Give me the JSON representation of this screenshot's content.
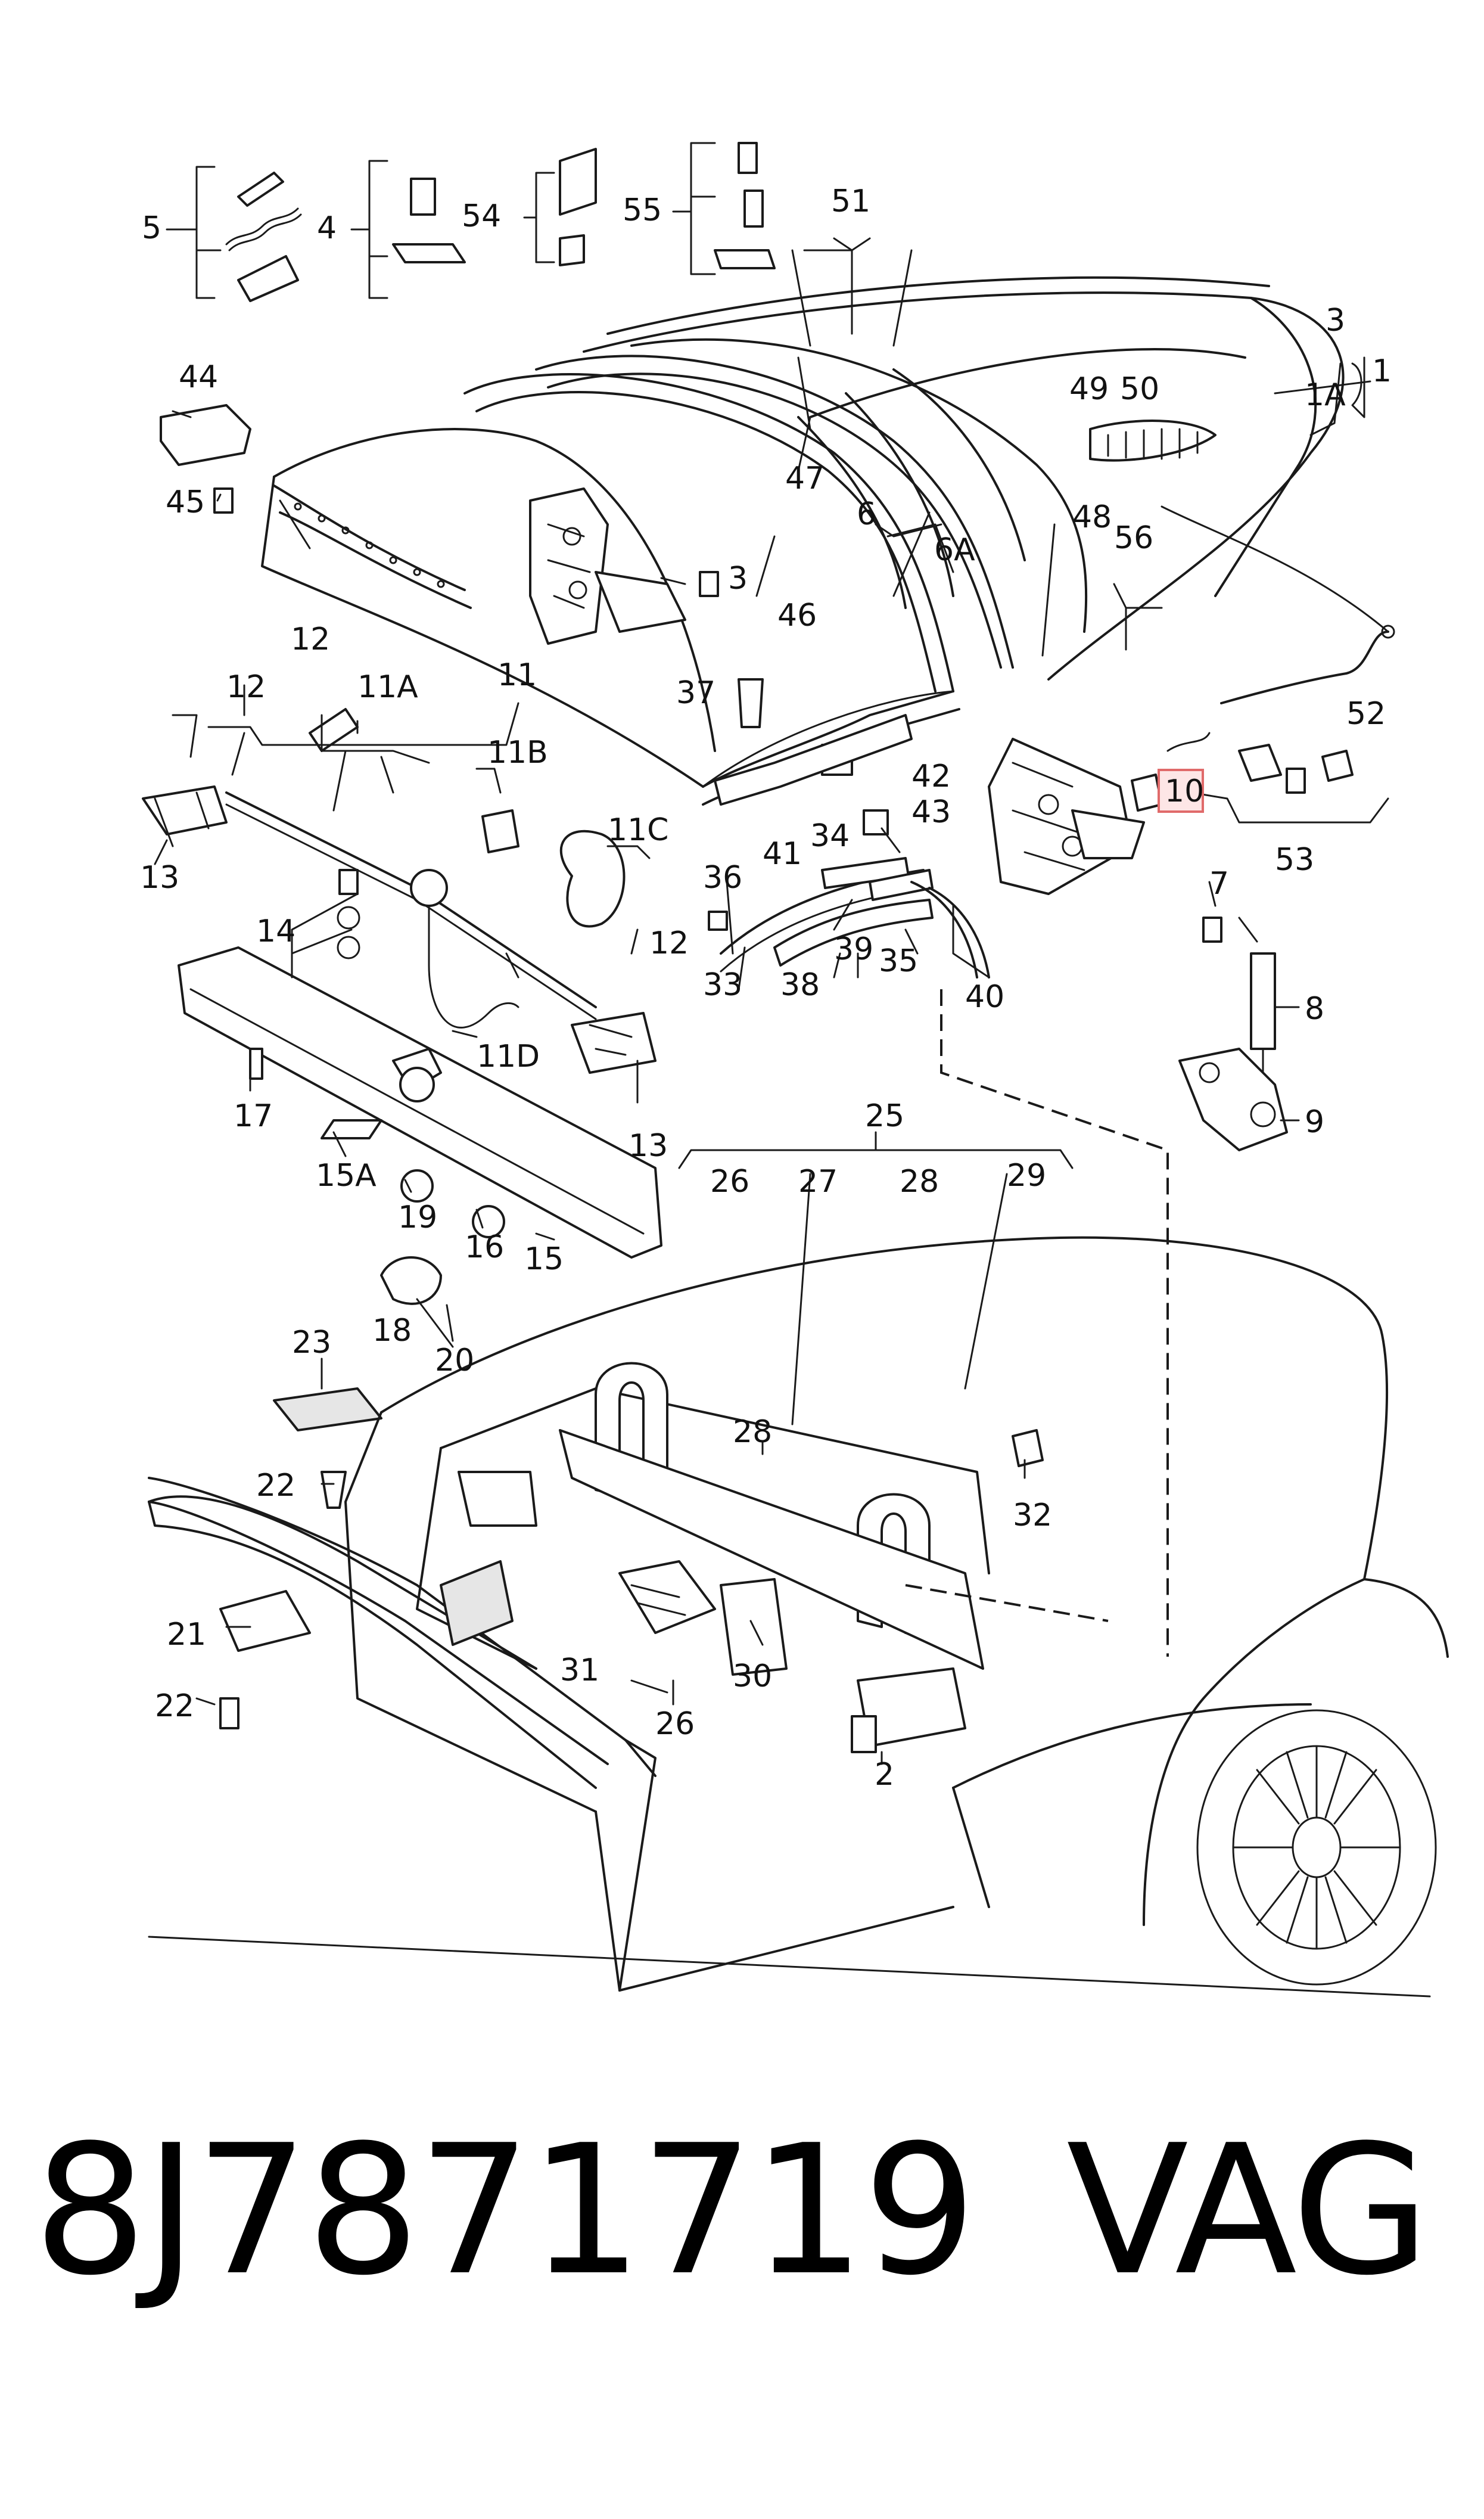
{
  "diagram": {
    "labels": [
      "1",
      "1A",
      "2",
      "3",
      "4",
      "5",
      "6",
      "6A",
      "7",
      "8",
      "9",
      "10",
      "11",
      "11A",
      "11B",
      "11C",
      "11D",
      "12",
      "13",
      "14",
      "15",
      "15A",
      "16",
      "17",
      "18",
      "19",
      "20",
      "21",
      "22",
      "23",
      "25",
      "26",
      "27",
      "28",
      "29",
      "30",
      "31",
      "32",
      "33",
      "34",
      "35",
      "36",
      "37",
      "38",
      "39",
      "40",
      "41",
      "42",
      "43",
      "44",
      "45",
      "46",
      "47",
      "48",
      "49",
      "50",
      "51",
      "52",
      "53",
      "54",
      "55",
      "56"
    ],
    "highlighted_label": "10"
  },
  "footer": {
    "part_number": "8J7871719",
    "brand": "VAG"
  }
}
